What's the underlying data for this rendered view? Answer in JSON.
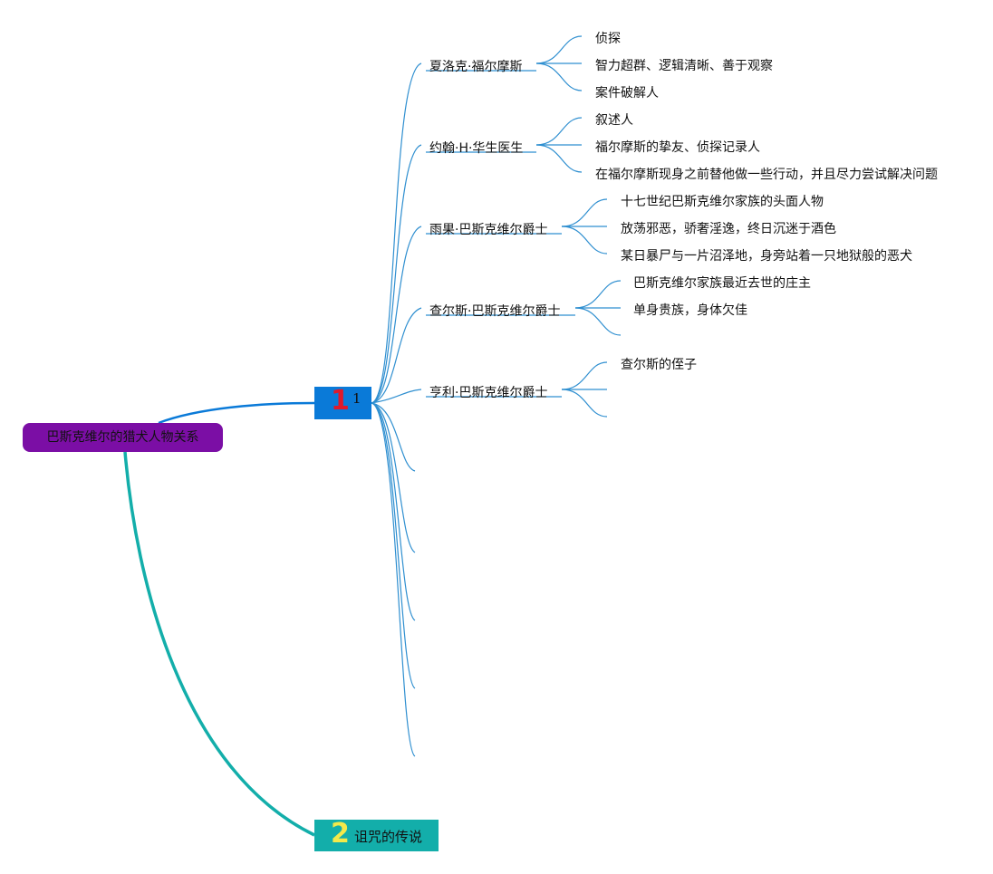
{
  "root": {
    "label": "巴斯克维尔的猎犬人物关系",
    "color": "#7b0ea5"
  },
  "branch1": {
    "number": "1",
    "label": "1",
    "color": "#0a7ad8"
  },
  "branch2": {
    "number": "2",
    "label": "诅咒的传说",
    "color": "#13aeaa"
  },
  "characters": [
    {
      "name": "夏洛克·福尔摩斯",
      "traits": [
        "侦探",
        "智力超群、逻辑清晰、善于观察",
        "案件破解人"
      ]
    },
    {
      "name": "约翰·H·华生医生",
      "traits": [
        "叙述人",
        "福尔摩斯的挚友、侦探记录人",
        "在福尔摩斯现身之前替他做一些行动，并且尽力尝试解决问题"
      ]
    },
    {
      "name": "雨果·巴斯克维尔爵士",
      "traits": [
        "十七世纪巴斯克维尔家族的头面人物",
        "放荡邪恶，骄奢淫逸，终日沉迷于酒色",
        "某日暴尸与一片沼泽地，身旁站着一只地狱般的恶犬"
      ]
    },
    {
      "name": "查尔斯·巴斯克维尔爵士",
      "traits": [
        "巴斯克维尔家族最近去世的庄主",
        "单身贵族，身体欠佳",
        ""
      ]
    },
    {
      "name": "亨利·巴斯克维尔爵士",
      "traits": [
        "查尔斯的侄子",
        "",
        ""
      ]
    }
  ],
  "edge_colors": {
    "root_to_branch1": "#0a7ad8",
    "root_to_branch2": "#13aeaa",
    "subtree": "#2f8fd0"
  }
}
